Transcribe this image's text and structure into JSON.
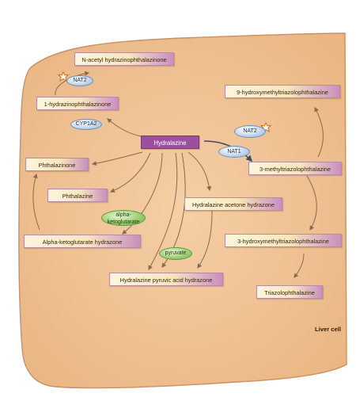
{
  "cell_label": "Liver cell",
  "colors": {
    "cell_fill": "#f2c79c",
    "cell_border": "#c9915e",
    "node_light": "#f8e9c3",
    "node_accent": "#c98fc0",
    "hub_fill": "#9b4f9e",
    "arrow": "#8a6a4e",
    "enzyme_blue": "#a9c6e6",
    "cofactor_green": "#8cc66a"
  },
  "nodes": {
    "hydralazine": "Hydralazine",
    "n_acetyl": "N-acetyl hydrazinophthalazinone",
    "one_hydrazino": "1-hydrazinophthalazinone",
    "phthalazinone": "Phthalazinone",
    "phthalazine": "Phthalazine",
    "alpha_kg_hydrazone": "Alpha-ketoglutarate hydrazone",
    "pyruvic_hydrazone": "Hydralazine pyruvic acid hydrazone",
    "acetone_hydrazone": "Hydralazine acetone hydrazone",
    "nine_hydroxy": "9-hydroxymethyltriazolophthalazine",
    "three_methyl": "3-methyltriazolophthalazine",
    "three_hydroxy": "3-hydroxymethyltriazolophthalazine",
    "triazolo": "Triazolophthalazine"
  },
  "enzymes": {
    "nat2_top": "NAT2",
    "cyp1a2": "CYP1A2",
    "nat2_right": "NAT2",
    "nat1": "NAT1"
  },
  "cofactors": {
    "alpha_kg_line1": "alpha-",
    "alpha_kg_line2": "ketoglutarate",
    "pyruvate": "pyruvate"
  },
  "icons": {
    "polymorphism_marker": "star-burst-icon"
  }
}
